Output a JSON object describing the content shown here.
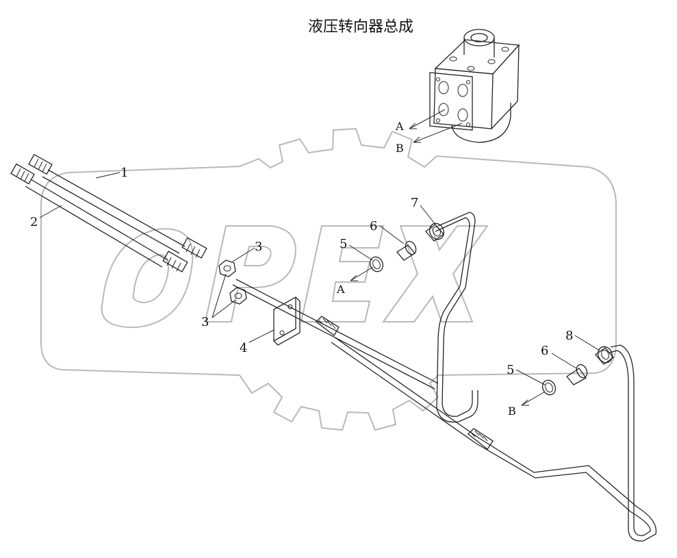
{
  "title": "液压转向器总成",
  "watermark": "OPEX",
  "callouts": {
    "c1": "1",
    "c2": "2",
    "c3a": "3",
    "c3b": "3",
    "c4": "4",
    "c5a": "5",
    "c5b": "5",
    "c6a": "6",
    "c6b": "6",
    "c7": "7",
    "c8": "8"
  },
  "ports": {
    "a_top": "A",
    "b_top": "B",
    "a_mid": "A",
    "b_low": "B"
  },
  "colors": {
    "line": "#222222",
    "watermark": "#b8b8b8"
  }
}
